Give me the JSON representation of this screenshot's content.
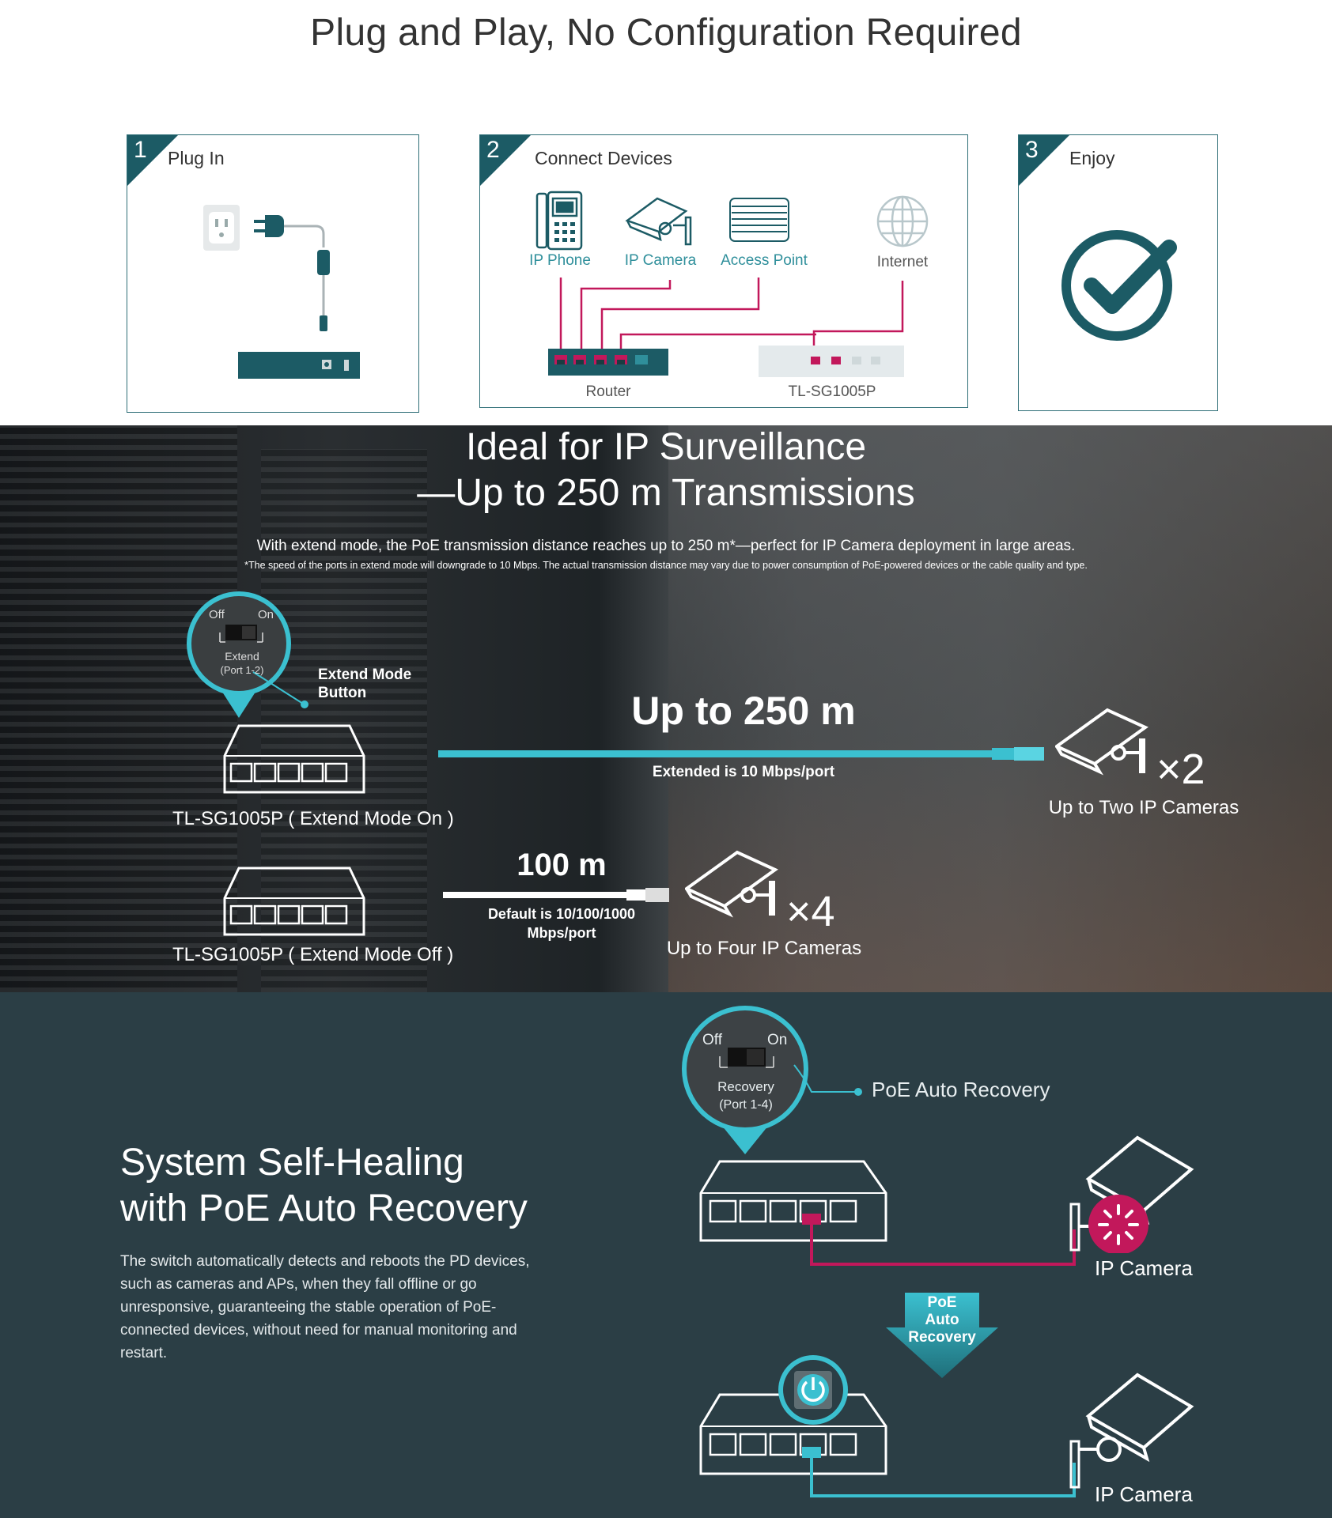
{
  "section1": {
    "title": "Plug and Play, No Configuration Required",
    "steps": [
      {
        "number": "1",
        "title": "Plug In"
      },
      {
        "number": "2",
        "title": "Connect Devices"
      },
      {
        "number": "3",
        "title": "Enjoy"
      }
    ],
    "devices": [
      "IP Phone",
      "IP Camera",
      "Access Point",
      "Internet"
    ],
    "router_label": "Router",
    "switch_label": "TL-SG1005P"
  },
  "section2": {
    "title_line1": "Ideal for IP Surveillance",
    "title_line2": "—Up to 250 m Transmissions",
    "description": "With extend mode, the PoE transmission distance reaches up to 250 m*—perfect for IP Camera deployment in large areas.",
    "footnote": "*The speed of the ports in extend mode will downgrade to 10 Mbps. The actual transmission distance may vary due to power consumption of PoE-powered devices or the cable quality and type.",
    "switch_off": "Off",
    "switch_on": "On",
    "switch_name": "Extend",
    "switch_ports": "(Port 1-2)",
    "button_label_1": "Extend Mode",
    "button_label_2": "Button",
    "extend_distance": "Up to 250 m",
    "extend_speed": "Extended is 10 Mbps/port",
    "extend_multiplier": "×2",
    "extend_cameras": "Up to Two IP Cameras",
    "extend_on_label": "TL-SG1005P ( Extend Mode On )",
    "default_distance": "100 m",
    "default_speed_1": "Default is 10/100/1000",
    "default_speed_2": "Mbps/port",
    "default_multiplier": "×4",
    "default_cameras": "Up to Four IP Cameras",
    "extend_off_label": "TL-SG1005P ( Extend Mode Off )"
  },
  "section3": {
    "title_line1": "System Self-Healing",
    "title_line2": "with PoE Auto Recovery",
    "description": "The switch automatically detects and reboots the PD devices, such as cameras and APs, when they fall offline or go unresponsive, guaranteeing the stable operation of PoE-connected devices, without need for manual monitoring and restart.",
    "switch_off": "Off",
    "switch_on": "On",
    "switch_name": "Recovery",
    "switch_ports": "(Port 1-4)",
    "callout": "PoE Auto Recovery",
    "arrow_1": "PoE",
    "arrow_2": "Auto",
    "arrow_3": "Recovery",
    "camera_label_top": "IP Camera",
    "camera_label_bottom": "IP Camera"
  },
  "colors": {
    "teal_dark": "#1c5b65",
    "teal": "#2f8f9b",
    "magenta": "#c2185b",
    "cyan": "#3bc0d0",
    "dark_bg": "#2b3e45"
  }
}
